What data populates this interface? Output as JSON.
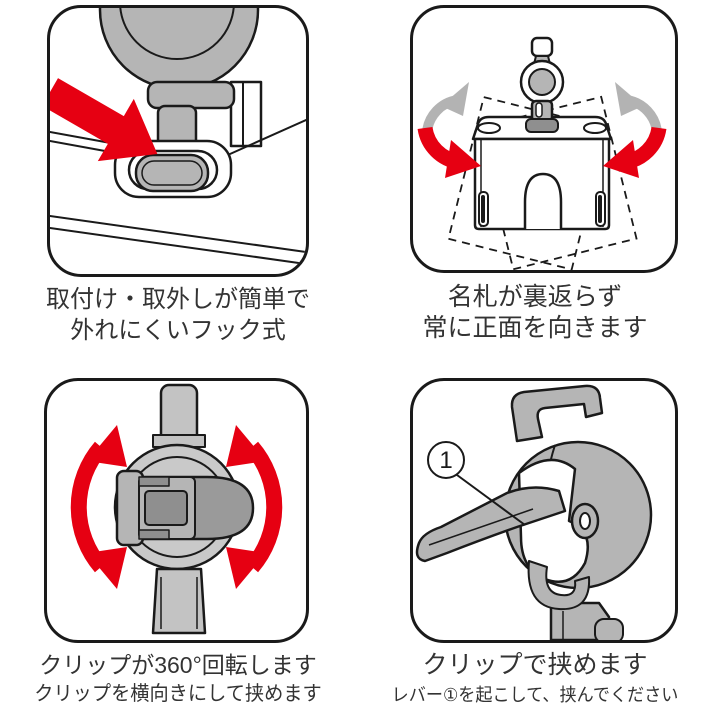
{
  "colors": {
    "accent_red": "#e60012",
    "gray_fill": "#b5b5b5",
    "light_gray": "#c9c9c9",
    "dark_gray": "#8f8f8f",
    "outline": "#1a1a1a",
    "text": "#333333"
  },
  "panels": [
    {
      "id": "hook-attachment",
      "illustration": "hook-into-slot-with-red-arrow",
      "caption": [
        "取付け・取外しが簡単で",
        "外れにくいフック式"
      ]
    },
    {
      "id": "anti-flip",
      "illustration": "name-badge-swivel-with-gray-and-red-rotation-arrows",
      "caption": [
        "名札が裏返らず",
        "常に正面を向きます"
      ]
    },
    {
      "id": "rotate-360",
      "illustration": "clip-rotating-360-degrees-red-arrows",
      "caption": [
        "クリップが360°回転します",
        "クリップを横向きにして挟めます"
      ]
    },
    {
      "id": "clip-pinch",
      "illustration": "clip-side-view-with-raised-lever",
      "callout": "1",
      "caption": [
        "クリップで挟めます",
        "レバー①を起こして、挟んでください"
      ]
    }
  ]
}
